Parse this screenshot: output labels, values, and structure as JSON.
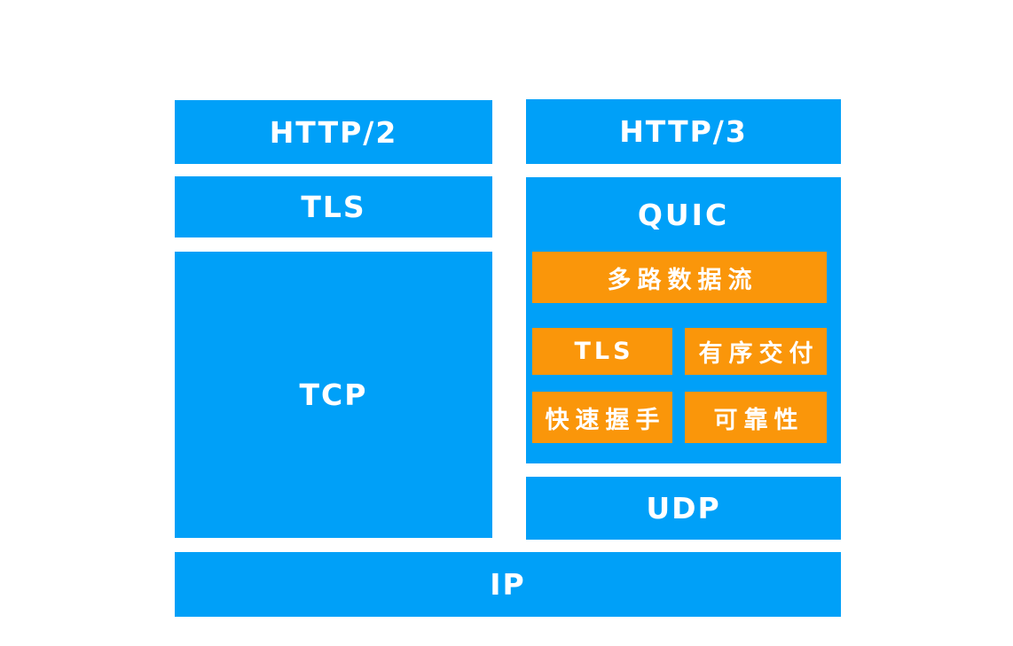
{
  "colors": {
    "layer_blue": "#00A0F8",
    "feature_orange": "#FA960A",
    "label_white": "#FFFFFF",
    "page_bg": "#FFFFFF"
  },
  "boxes": {
    "http2": "HTTP/2",
    "tls_left": "TLS",
    "tcp": "TCP",
    "http3": "HTTP/3",
    "quic": "QUIC",
    "udp": "UDP",
    "ip": "IP"
  },
  "quic_features": {
    "multiplex": "多路数据流",
    "tls": "TLS",
    "ordered": "有序交付",
    "handshake": "快速握手",
    "reliability": "可靠性"
  }
}
